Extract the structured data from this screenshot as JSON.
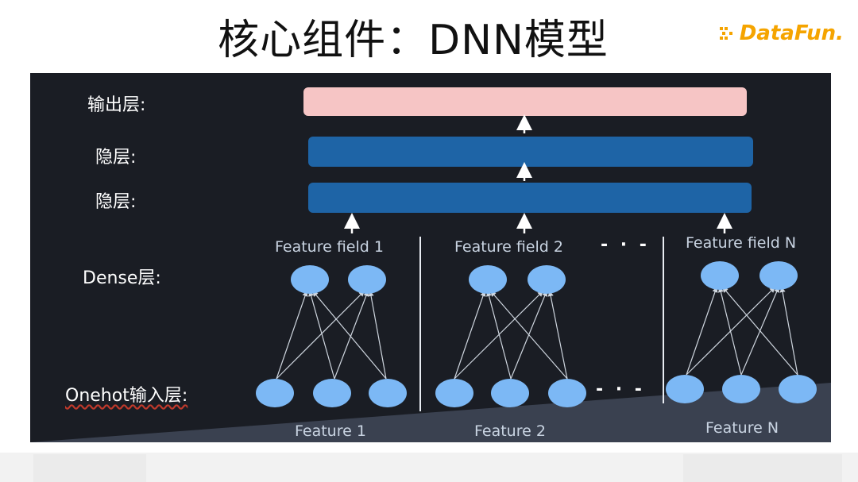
{
  "title": "核心组件：DNN模型",
  "logo": {
    "text": "DataFun.",
    "color": "#f5a400"
  },
  "layers": {
    "output": "输出层:",
    "hidden1": "隐层:",
    "hidden2": "隐层:",
    "dense": "Dense层:",
    "onehot": "Onehot输入层:"
  },
  "fields": [
    "Feature field 1",
    "Feature field 2",
    "Feature field N"
  ],
  "features": [
    "Feature 1",
    "Feature 2",
    "Feature N"
  ],
  "ellipsis": "- · -",
  "colors": {
    "background": "#1a1d24",
    "output_bar": "#f6c5c5",
    "hidden_bar": "#1e64a6",
    "node": "#7cb8f5",
    "text": "#ffffff"
  }
}
